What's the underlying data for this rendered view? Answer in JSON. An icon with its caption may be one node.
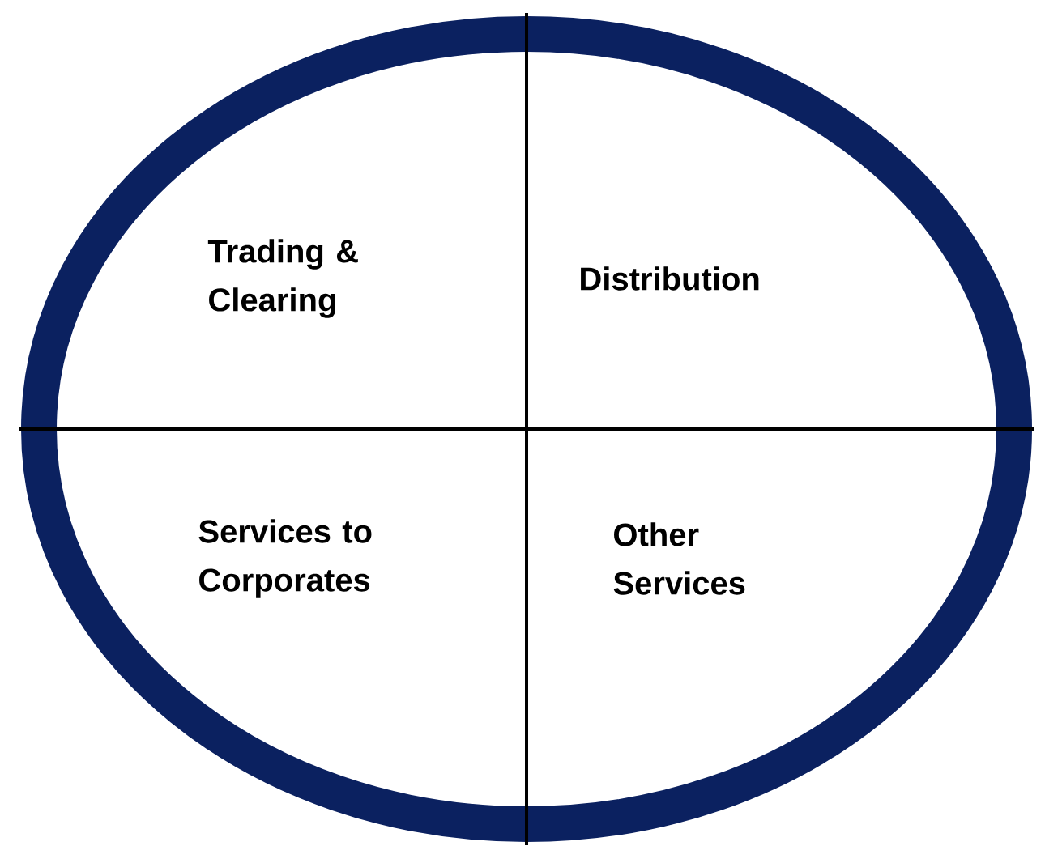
{
  "diagram": {
    "nodes": [
      {
        "text": [],
        "shape": "ellipse"
      },
      {
        "text": [
          "Trading & Clearing"
        ],
        "in": 0
      },
      {
        "text": [
          "Distribution"
        ],
        "in": 0
      },
      {
        "text": [
          "Services to Corporates"
        ],
        "in": 0
      },
      {
        "text": [
          "Other Services"
        ],
        "in": 0
      }
    ]
  }
}
